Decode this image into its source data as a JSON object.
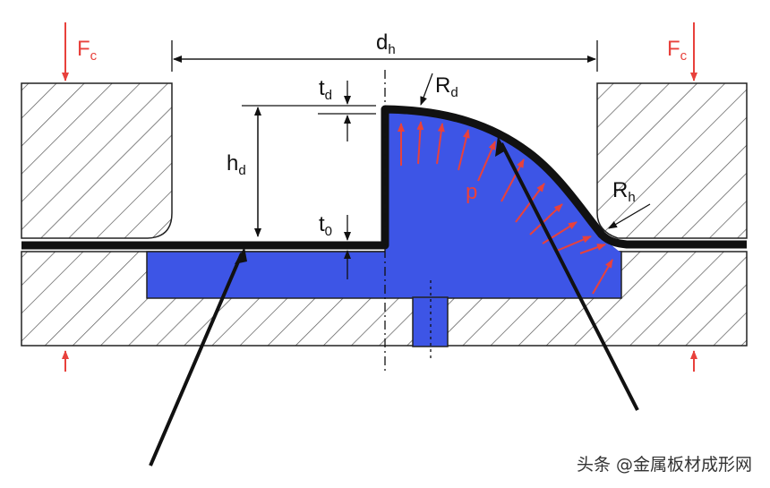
{
  "labels": {
    "fc_left": {
      "main": "F",
      "sub": "c"
    },
    "fc_right": {
      "main": "F",
      "sub": "c"
    },
    "dh": {
      "main": "d",
      "sub": "h"
    },
    "rd": {
      "main": "R",
      "sub": "d"
    },
    "td": {
      "main": "t",
      "sub": "d"
    },
    "hd": {
      "main": "h",
      "sub": "d"
    },
    "t0": {
      "main": "t",
      "sub": "0"
    },
    "p": {
      "main": "p"
    },
    "rh": {
      "main": "R",
      "sub": "h"
    }
  },
  "watermark": "头条 @金属板材成形网",
  "colors": {
    "fluid": "#3d55e6",
    "force": "#e8413c",
    "sheet": "#111111",
    "hatch": "#555555"
  },
  "icons": {
    "force_arrow": "arrow-down-icon",
    "reaction_arrow": "arrow-up-icon"
  }
}
